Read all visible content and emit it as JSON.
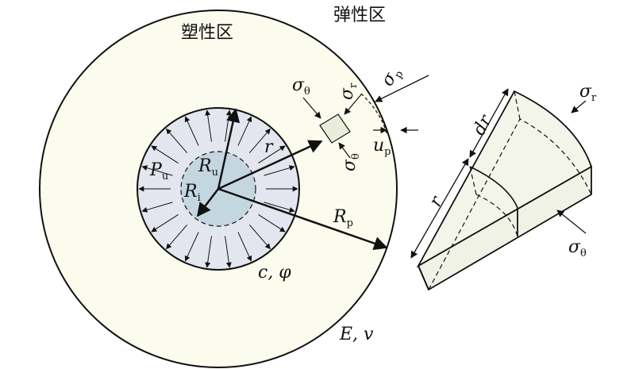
{
  "labels": {
    "elastic_zone": "弹性区",
    "plastic_zone": "塑性区",
    "P_u": "P",
    "P_u_sub": "u",
    "R_u": "R",
    "R_u_sub": "u",
    "R_i": "R",
    "R_i_sub": "i",
    "r": "r",
    "R_p": "R",
    "R_p_sub": "p",
    "sigma_p": "σ",
    "sigma_p_sub": "p",
    "sigma_theta_top": "σ",
    "sigma_theta_top_sub": "θ",
    "sigma_r_small": "σ",
    "sigma_r_small_sub": "r",
    "sigma_theta_bottom": "σ",
    "sigma_theta_bottom_sub": "θ",
    "u_p": "u",
    "u_p_sub": "p",
    "c_phi": "c, φ",
    "E_v": "E, v",
    "sigma_r_wedge": "σ",
    "sigma_r_wedge_sub": "r",
    "dr": "dr",
    "r_wedge": "r",
    "sigma_theta_wedge": "σ",
    "sigma_theta_wedge_sub": "θ"
  },
  "colors": {
    "outer_fill": "#fbfbee",
    "middle_fill": "#e3e6ee",
    "inner_fill": "#c4d6e0",
    "wedge_fill": "#f4f5ea",
    "stroke": "#111111"
  }
}
